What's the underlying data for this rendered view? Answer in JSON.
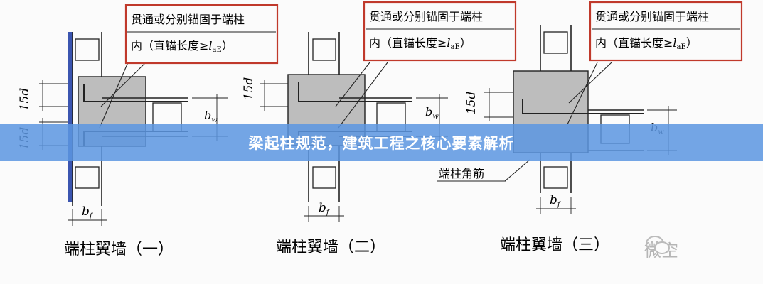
{
  "callout": {
    "line1": "贯通或分别锚固于端柱",
    "line2_prefix": "内（直锚长度≥",
    "line2_l": "l",
    "line2_sub": "aE",
    "line2_suffix": "）"
  },
  "dims": {
    "fifteen_d": "15d",
    "b_w": "b",
    "b_w_sub": "w",
    "b_f": "b",
    "b_f_sub": "f"
  },
  "captions": [
    "端柱翼墙（一）",
    "端柱翼墙（二）",
    "端柱翼墙（三）"
  ],
  "corner_bar_label": "端柱角筋",
  "banner": {
    "title": "梁起柱规范，建筑工程之核心要素解析"
  },
  "watermark": {
    "text": "微空"
  },
  "colors": {
    "callout_border": "#c0392b",
    "banner": "#5c96e1",
    "concrete": "#bdbdbd",
    "line": "#222222",
    "wall_blue": "#3b55b0"
  }
}
